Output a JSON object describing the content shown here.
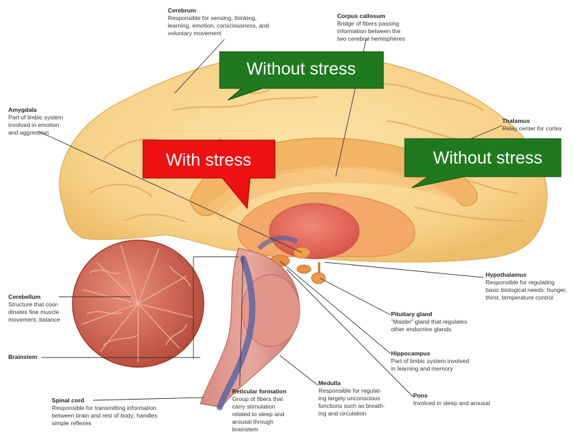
{
  "labels": {
    "cerebrum": {
      "title": "Cerebrum",
      "desc": "Responsible for sensing, thinking,\nlearning, emotion, consciousness, and\nvoluntary movement"
    },
    "corpus_callosum": {
      "title": "Corpus callosum",
      "desc": "Bridge of fibers passing\ninformation between the\ntwo cerebral hemispheres"
    },
    "amygdala": {
      "title": "Amygdala",
      "desc": "Part of limbic system\ninvolved in emotion\nand aggression"
    },
    "thalamus": {
      "title": "Thalamus",
      "desc": "Relay center for cortex"
    },
    "hypothalamus": {
      "title": "Hypothalamus",
      "desc": "Responsible for regulating\nbasic biological needs: hunger,\nthirst, temperature control"
    },
    "cerebellum": {
      "title": "Cerebellum",
      "desc": "Structure that coor-\ndinates fine muscle\nmovement, balance"
    },
    "brainstem": {
      "title": "Brainstem",
      "desc": ""
    },
    "pituitary": {
      "title": "Pituitary gland",
      "desc": "\"Master\" gland that regulates\nother endocrine glands"
    },
    "hippocampus": {
      "title": "Hippocampus",
      "desc": "Part of limbic system involved\nin learning and memory"
    },
    "pons": {
      "title": "Pons",
      "desc": "Involved in sleep and arousal"
    },
    "spinal_cord": {
      "title": "Spinal cord",
      "desc": "Responsible for transmitting information\nbetween brain and rest of body; handles\nsimple reflexes"
    },
    "reticular": {
      "title": "Reticular formation",
      "desc": "Group of fibers that\ncarry stimulation\nrelated to sleep and\narousal through\nbrainstem"
    },
    "medulla": {
      "title": "Medulla",
      "desc": "Responsible for regulat-\ning largely unconscious\nfunctions such as breath-\ning and circulation"
    }
  },
  "callouts": {
    "top": {
      "text": "Without stress",
      "color": "#1f7a1f"
    },
    "left": {
      "text": "With stress",
      "color": "#ee1111"
    },
    "right": {
      "text": "Without stress",
      "color": "#1f7a1f"
    }
  }
}
